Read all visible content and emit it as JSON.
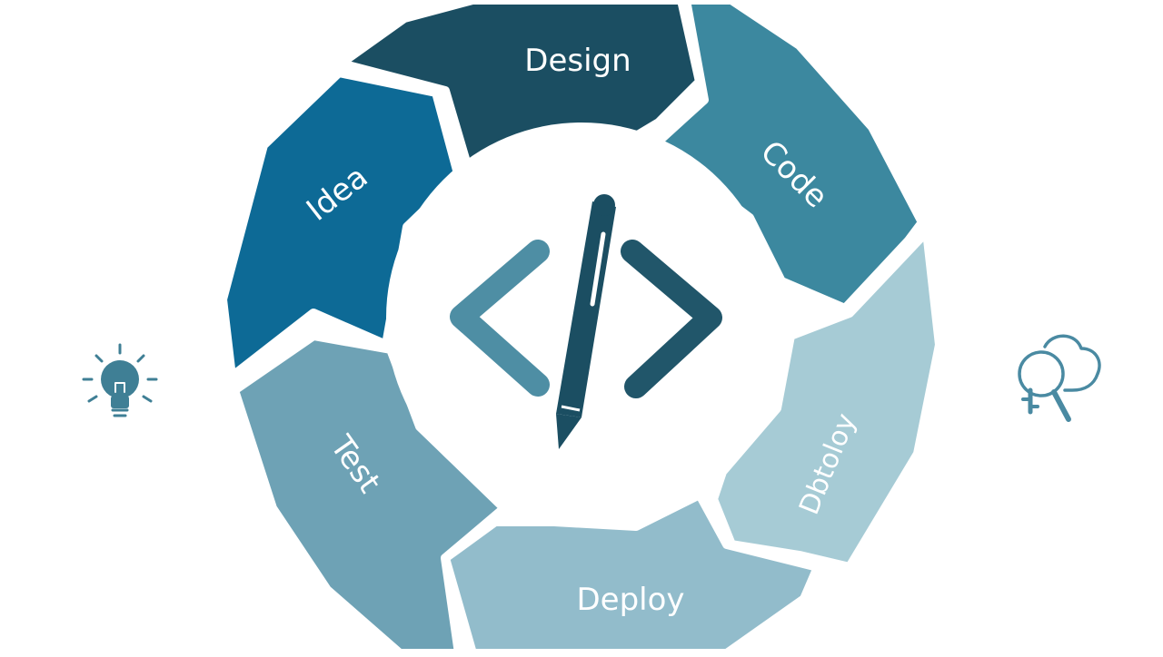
{
  "diagram": {
    "stages": [
      {
        "label": "Idea",
        "color": "#0d6a96"
      },
      {
        "label": "Design",
        "color": "#1b4e62"
      },
      {
        "label": "Code",
        "color": "#3c889f"
      },
      {
        "label": "Dbtoloy",
        "color": "#a6cbd5"
      },
      {
        "label": "Deploy",
        "color": "#92bccb"
      },
      {
        "label": "Test",
        "color": "#6ea2b5"
      }
    ],
    "center_icon": "code-brackets-with-pen-icon",
    "left_icon": "lightbulb-icon",
    "right_icon": "cloud-search-key-icon",
    "colors": {
      "bracket_left": "#4e8ea4",
      "bracket_right": "#21566a",
      "pen": "#1b4e62",
      "icon_left": "#3f7f95",
      "icon_right": "#4a8aa2",
      "background": "#ffffff"
    }
  }
}
